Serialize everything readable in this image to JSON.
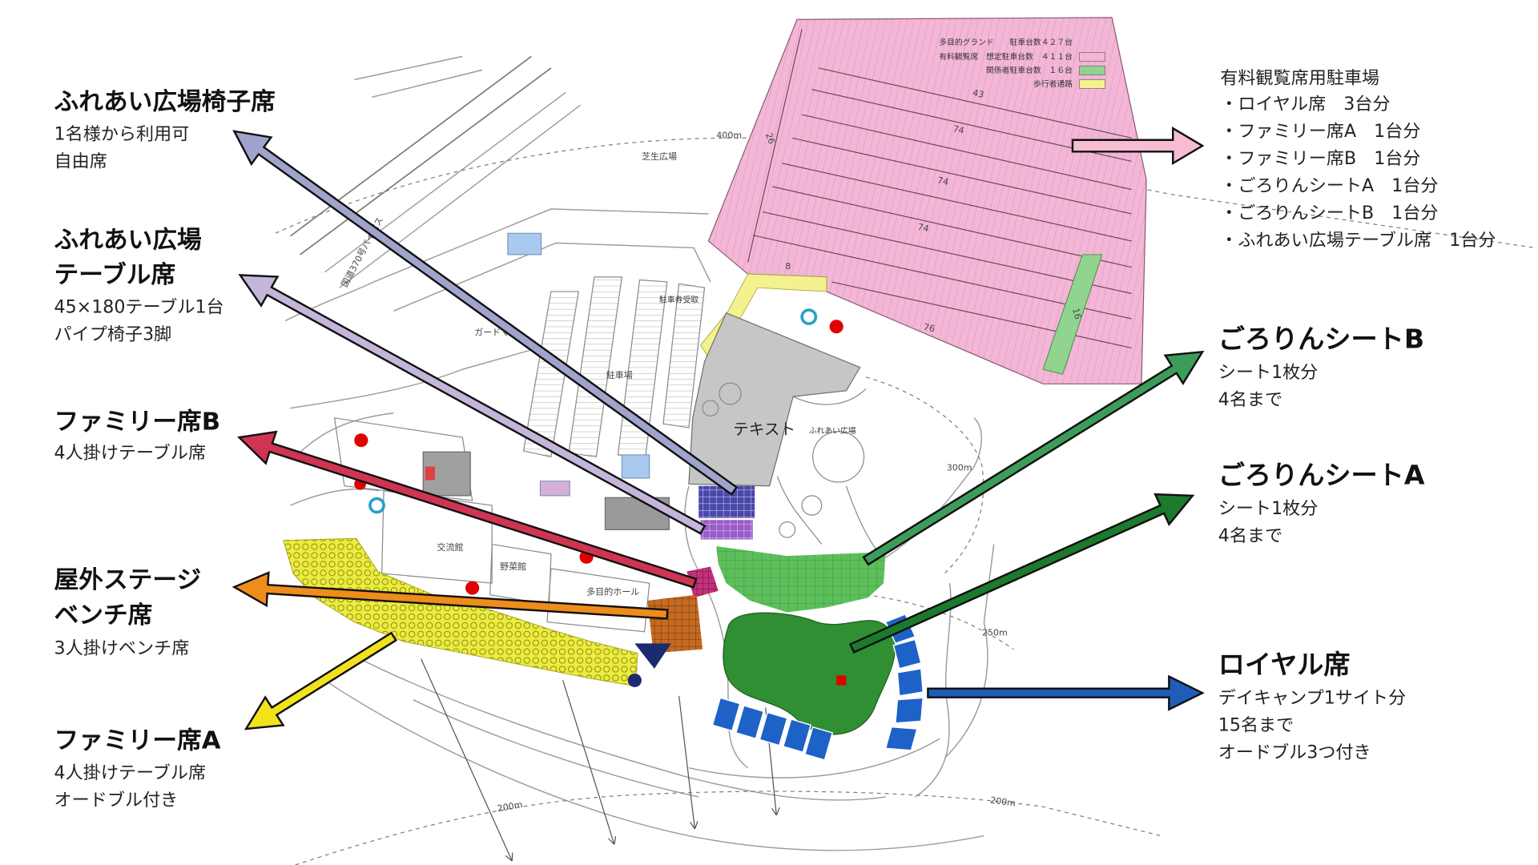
{
  "left_labels": {
    "fureai_isu": {
      "title": "ふれあい広場椅子席",
      "lines": [
        "1名様から利用可",
        "自由席"
      ]
    },
    "fureai_table": {
      "title_lines": [
        "ふれあい広場",
        "テーブル席"
      ],
      "lines": [
        "45×180テーブル1台",
        "パイプ椅子3脚"
      ]
    },
    "family_b": {
      "title": "ファミリー席B",
      "lines": [
        "4人掛けテーブル席"
      ]
    },
    "stage": {
      "title_lines": [
        "屋外ステージ",
        "ベンチ席"
      ],
      "lines": [
        "3人掛けベンチ席"
      ]
    },
    "family_a": {
      "title": "ファミリー席A",
      "lines": [
        "4人掛けテーブル席",
        "オードブル付き"
      ]
    }
  },
  "right_labels": {
    "parking": {
      "title": "有料観覧席用駐車場",
      "items": [
        "・ロイヤル席　3台分",
        "・ファミリー席A　1台分",
        "・ファミリー席B　1台分",
        "・ごろりんシートA　1台分",
        "・ごろりんシートB　1台分",
        "・ふれあい広場テーブル席　1台分"
      ]
    },
    "gororin_b": {
      "title": "ごろりんシートB",
      "lines": [
        "シート1枚分",
        "4名まで"
      ]
    },
    "gororin_a": {
      "title": "ごろりんシートA",
      "lines": [
        "シート1枚分",
        "4名まで"
      ]
    },
    "royal": {
      "title": "ロイヤル席",
      "lines": [
        "デイキャンプ1サイト分",
        "15名まで",
        "オードブル3つ付き"
      ]
    }
  },
  "map": {
    "center_label": "テキスト",
    "legend": [
      {
        "label": "多目的グランド　　駐車台数４２７台"
      },
      {
        "label": "有料観覧席　想定駐車台数　４１１台",
        "color": "#f4b6d6"
      },
      {
        "label": "関係者駐車台数　１６台",
        "color": "#90d490"
      },
      {
        "label": "歩行者通路",
        "color": "#f4f28e"
      }
    ],
    "place_labels": {
      "lawn": "芝生広場",
      "bypass": "国道370号バイパス",
      "parking": "駐車場",
      "ticket": "駐車券受取",
      "guard": "ガードマン",
      "fureai": "ふれあい広場",
      "koryukan": "交流館",
      "yasaikan": "野菜館",
      "hall": "多目的ホール"
    },
    "distance_labels": {
      "d400": "400m",
      "d300": "300m",
      "d250": "250m",
      "d200a": "200m",
      "d200b": "200m"
    },
    "parking_row_numbers": [
      "43",
      "74",
      "74",
      "74",
      "26",
      "8",
      "16",
      "76"
    ]
  },
  "colors": {
    "arrow_fureai_isu": "#a0a4cc",
    "arrow_fureai_table": "#c4b5da",
    "arrow_family_b": "#cf3552",
    "arrow_stage": "#ee8c1c",
    "arrow_family_a": "#f2e21c",
    "arrow_parking": "#f5bcd3",
    "arrow_gororin_b": "#3d9c5a",
    "arrow_gororin_a": "#1c7a2c",
    "arrow_royal": "#1f5db8",
    "map_royal_lawn": "#2f8f32",
    "map_gororin_area": "#5cbf5c",
    "map_bench_area": "#ecec40",
    "map_stage_seats": "#c46a22",
    "map_family_b_seats": "#c2327a",
    "map_isu_seats": "#4a48a8",
    "map_table_seats": "#9a5cc8",
    "map_tents": "#1e62c8",
    "map_plaza_building": "#c6c6c6",
    "map_facility_marker": "#e00000",
    "map_info_marker": "#2aa0c8"
  }
}
